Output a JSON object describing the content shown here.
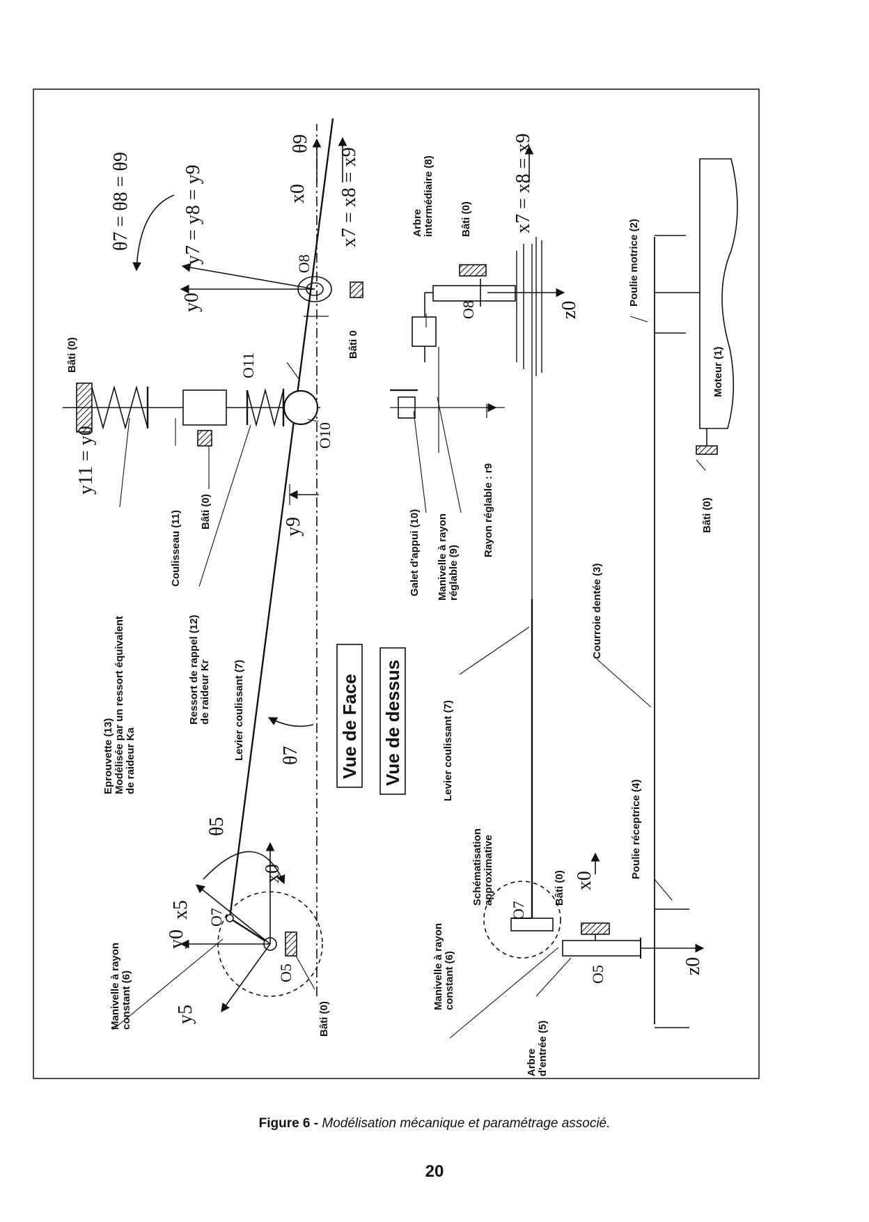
{
  "figure": {
    "view_front": "Vue de Face",
    "view_top": "Vue de dessus",
    "labels": {
      "bati_0": "Bâti (0)",
      "bati_0_short": "Bâti 0",
      "eprouvette": "Eprouvette (13)",
      "eprouvette_2": "Modélisée par un ressort équivalent",
      "eprouvette_3": "de raideur Ka",
      "coulisseau": "Coulisseau (11)",
      "ressort_1": "Ressort de rappel (12)",
      "ressort_2": "de raideur Kr",
      "levier": "Levier coulissant (7)",
      "manivelle_const_1": "Manivelle à rayon",
      "manivelle_const_2": "constant (6)",
      "galet": "Galet d'appui (10)",
      "manivelle_reg_1": "Manivelle à rayon",
      "manivelle_reg_2": "réglable (9)",
      "rayon_reglable": "Rayon réglable : r9",
      "arbre_inter_1": "Arbre",
      "arbre_inter_2": "intermédiaire (8)",
      "schema_1": "Schématisation",
      "schema_2": "approximative",
      "arbre_entree_1": "Arbre",
      "arbre_entree_2": "d'entrée (5)",
      "poulie_rec": "Poulie réceptrice (4)",
      "courroie": "Courroie dentée (3)",
      "poulie_mot": "Poulie motrice (2)",
      "moteur": "Moteur (1)"
    },
    "symbols": {
      "theta7_eq": "θ7 = θ8 = θ9",
      "y7_eq": "y7 = y8 = y9",
      "x7_eq": "x7 = x8 = x9",
      "y11_eq": "y11 = y0",
      "theta9": "θ9",
      "theta7": "θ7",
      "theta5": "θ5",
      "x0": "x0",
      "y0": "y0",
      "z0": "z0",
      "x5": "x5",
      "y5": "y5",
      "y9": "y9",
      "O5": "O5",
      "O7": "O7",
      "O8": "O8",
      "O10": "O10",
      "O11": "O11"
    }
  },
  "caption": {
    "number": "Figure 6 -",
    "text": "Modélisation mécanique et paramétrage associé."
  },
  "page_number": "20"
}
